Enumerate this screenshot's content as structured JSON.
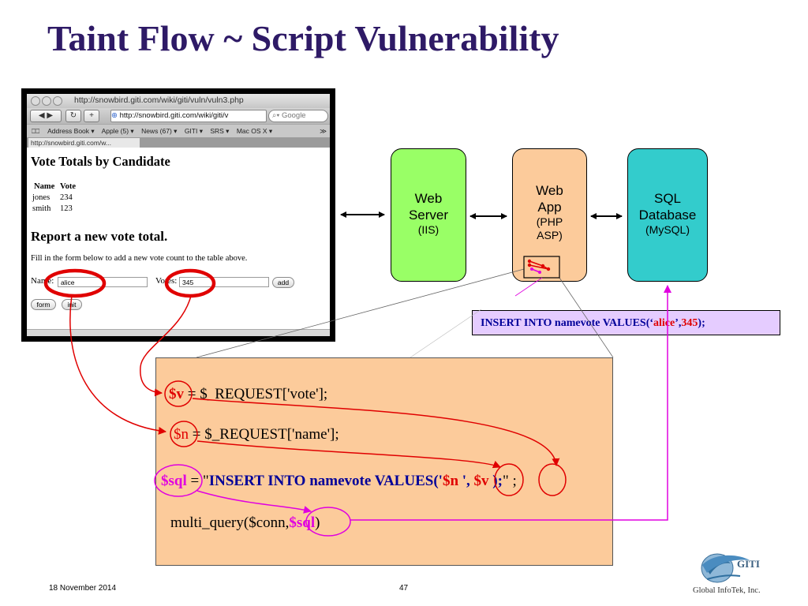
{
  "title": "Taint Flow ~ Script Vulnerability",
  "browser": {
    "window_title": "http://snowbird.giti.com/wiki/giti/vuln/vuln3.php",
    "url": "http://snowbird.giti.com/wiki/giti/v",
    "search_placeholder": "Google",
    "bookmarks": [
      "Address Book ▾",
      "Apple (5) ▾",
      "News (67) ▾",
      "GITI ▾",
      "SRS ▾",
      "Mac OS X ▾"
    ],
    "bookmarks_overflow": "≫",
    "tab_label": "http://snowbird.giti.com/w...",
    "page": {
      "heading": "Vote Totals by Candidate",
      "table_headers": [
        "Name",
        "Vote"
      ],
      "table_rows": [
        [
          "jones",
          "234"
        ],
        [
          "smith",
          "123"
        ]
      ],
      "report_heading": "Report a new vote total.",
      "instructions": "Fill in the form below to add a new vote count to the table above.",
      "name_label": "Name:",
      "name_value": "alice",
      "votes_label": "Votes:",
      "votes_value": "345",
      "add_button": "add",
      "form_button": "form",
      "init_button": "init"
    }
  },
  "nodes": {
    "web_server": {
      "line1": "Web",
      "line2": "Server",
      "sub": "(IIS)",
      "color": "#99ff66"
    },
    "web_app": {
      "line1": "Web",
      "line2": "App",
      "sub1": "(PHP",
      "sub2": "ASP)",
      "color": "#fccb9b"
    },
    "sql_db": {
      "line1": "SQL",
      "line2": "Database",
      "sub": "(MySQL)",
      "color": "#33cccc"
    }
  },
  "sql_statement": {
    "prefix": "INSERT INTO namevote VALUES(‘",
    "name": "alice",
    "middle": "’,",
    "vote": "345",
    "suffix": ");"
  },
  "code": {
    "line1_var": "$v",
    "line1_rest": " = $_REQUEST['vote'];",
    "line2_var": "$n",
    "line2_rest": " = $_REQUEST['name'];",
    "line3_var": "$sql",
    "line3_eq": " = \"",
    "line3_kw": "INSERT INTO namevote VALUES",
    "line3_open": "('",
    "line3_n": "$n",
    "line3_sep": " ', ",
    "line3_v": "$v",
    "line3_close": " );",
    "line3_end": "\" ;",
    "line4_call": "multi_query($conn,",
    "line4_arg": "$sql",
    "line4_close": ")"
  },
  "footer": {
    "date": "18 November 2014",
    "page": "47",
    "logo_text": "GITI",
    "company": "Global InfoTek, Inc."
  },
  "colors": {
    "title": "#2e1a66",
    "taint_red": "#e00000",
    "sql_magenta": "#e000e0",
    "keyword_blue": "#000099"
  }
}
